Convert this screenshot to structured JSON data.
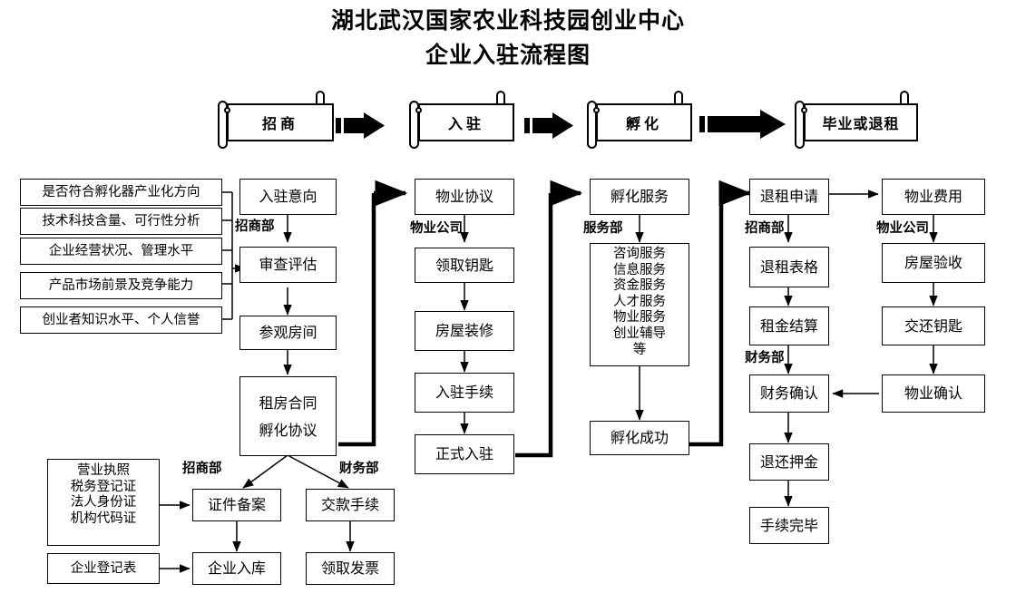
{
  "title": {
    "line1": "湖北武汉国家农业科技园创业中心",
    "line2": "企业入驻流程图"
  },
  "stages": [
    {
      "label": "招商"
    },
    {
      "label": "入驻"
    },
    {
      "label": "孵化"
    },
    {
      "label": "毕业或退租"
    }
  ],
  "criteria": {
    "items": [
      "是否符合孵化器产业化方向",
      "技术科技含量、可行性分析",
      "企业经营状况、管理水平",
      "产品市场前景及竞争能力",
      "创业者知识水平、个人信誉"
    ]
  },
  "columns": {
    "recruit": {
      "dept": "招商部",
      "steps": [
        "入驻意向",
        "审查评估",
        "参观房间"
      ],
      "contract": {
        "line1": "租房合同",
        "line2": "孵化协议"
      }
    },
    "property": {
      "dept": "物业公司",
      "steps": [
        "物业协议",
        "领取钥匙",
        "房屋装修",
        "入驻手续",
        "正式入驻"
      ]
    },
    "incubate": {
      "dept": "服务部",
      "head": "孵化服务",
      "services": [
        "咨询服务",
        "信息服务",
        "资金服务",
        "人才服务",
        "物业服务",
        "创业辅导",
        "等"
      ],
      "result": "孵化成功"
    },
    "exit": {
      "dept_top": "招商部",
      "dept_bottom": "财务部",
      "steps": [
        "退租申请",
        "退租表格",
        "租金结算",
        "财务确认",
        "退还押金",
        "手续完毕"
      ]
    },
    "property_exit": {
      "dept": "物业公司",
      "steps": [
        "物业费用",
        "房屋验收",
        "交还钥匙",
        "物业确认"
      ]
    }
  },
  "bottom": {
    "documents": [
      "营业执照",
      "税务登记证",
      "法人身份证",
      "机构代码证"
    ],
    "registration_form": "企业登记表",
    "dept_left": "招商部",
    "dept_right": "财务部",
    "left_steps": [
      "证件备案",
      "企业入库"
    ],
    "right_steps": [
      "交款手续",
      "领取发票"
    ]
  },
  "colors": {
    "stroke": "#000000",
    "background": "#ffffff"
  }
}
